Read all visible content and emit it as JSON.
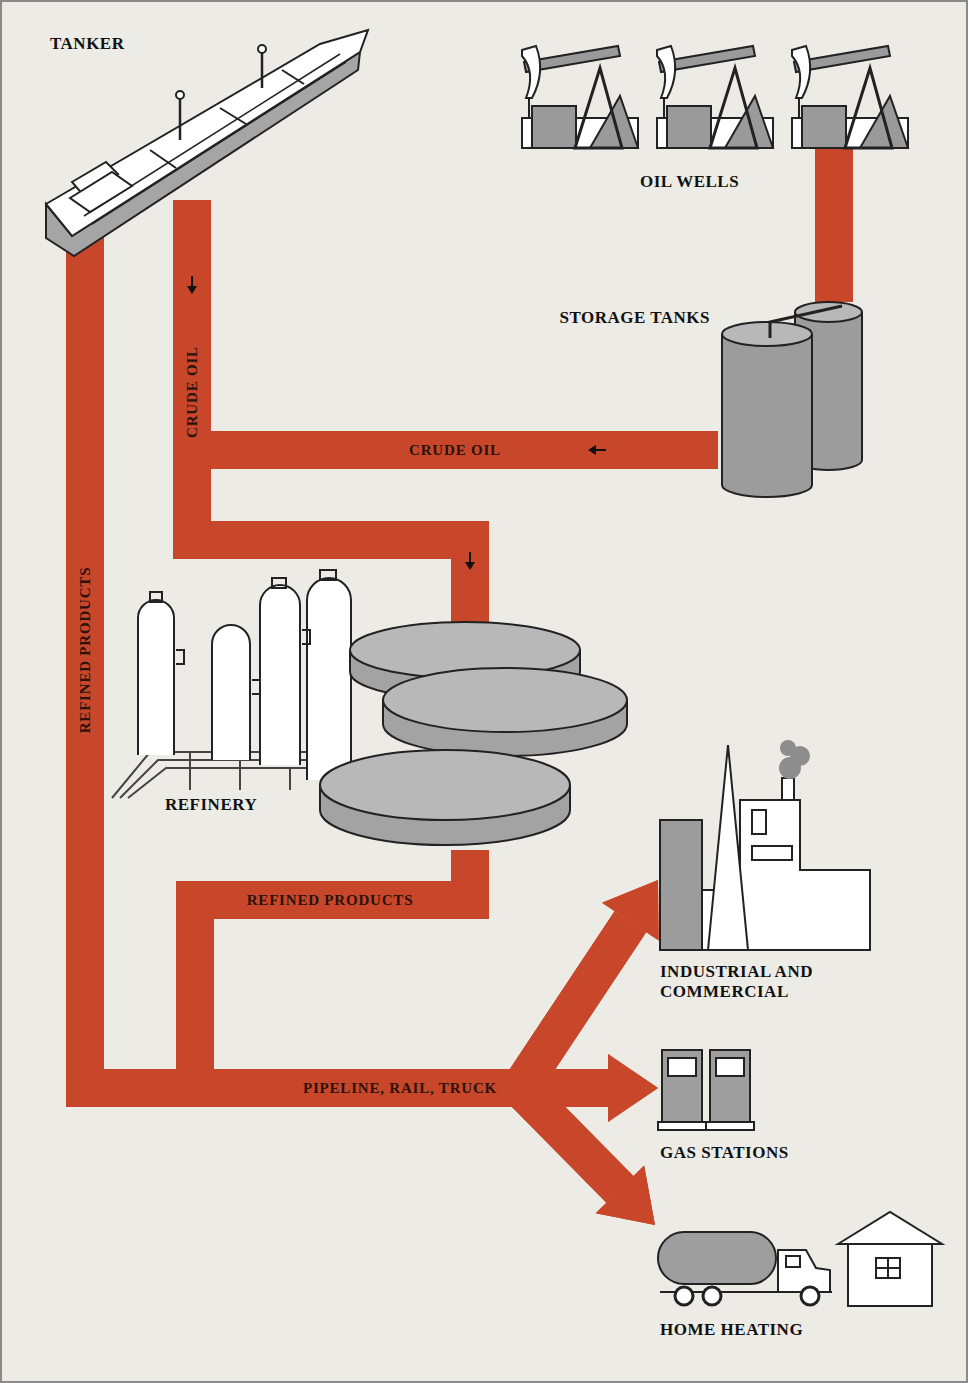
{
  "diagram": {
    "nodes": [
      {
        "text": [
          "TANKER"
        ]
      },
      {
        "text": [
          "OIL WELLS"
        ]
      },
      {
        "text": [
          "STORAGE TANKS"
        ]
      },
      {
        "text": [
          "REFINERY"
        ]
      },
      {
        "text": [
          "INDUSTRIAL AND COMMERCIAL"
        ]
      },
      {
        "text": [
          "GAS STATIONS"
        ]
      },
      {
        "text": [
          "HOME HEATING"
        ]
      }
    ],
    "edges": [
      {
        "from": 1,
        "to": 2,
        "arrow": "none"
      },
      {
        "from": 2,
        "to": 3,
        "label": "CRUDE OIL",
        "arrow": "to"
      },
      {
        "from": 0,
        "to": 3,
        "label": "CRUDE OIL",
        "arrow": "to"
      },
      {
        "from": 0,
        "to": 4,
        "label": "REFINED PRODUCTS",
        "arrow": "to"
      },
      {
        "from": 0,
        "to": 5,
        "arrow": "to"
      },
      {
        "from": 0,
        "to": 6,
        "arrow": "to"
      },
      {
        "from": 3,
        "to": 4,
        "label": "REFINED PRODUCTS",
        "arrow": "to"
      },
      {
        "from": 3,
        "to": 5,
        "arrow": "to"
      },
      {
        "from": 3,
        "to": 6,
        "arrow": "to"
      }
    ],
    "labels": [
      "PIPELINE, RAIL, TRUCK"
    ]
  }
}
